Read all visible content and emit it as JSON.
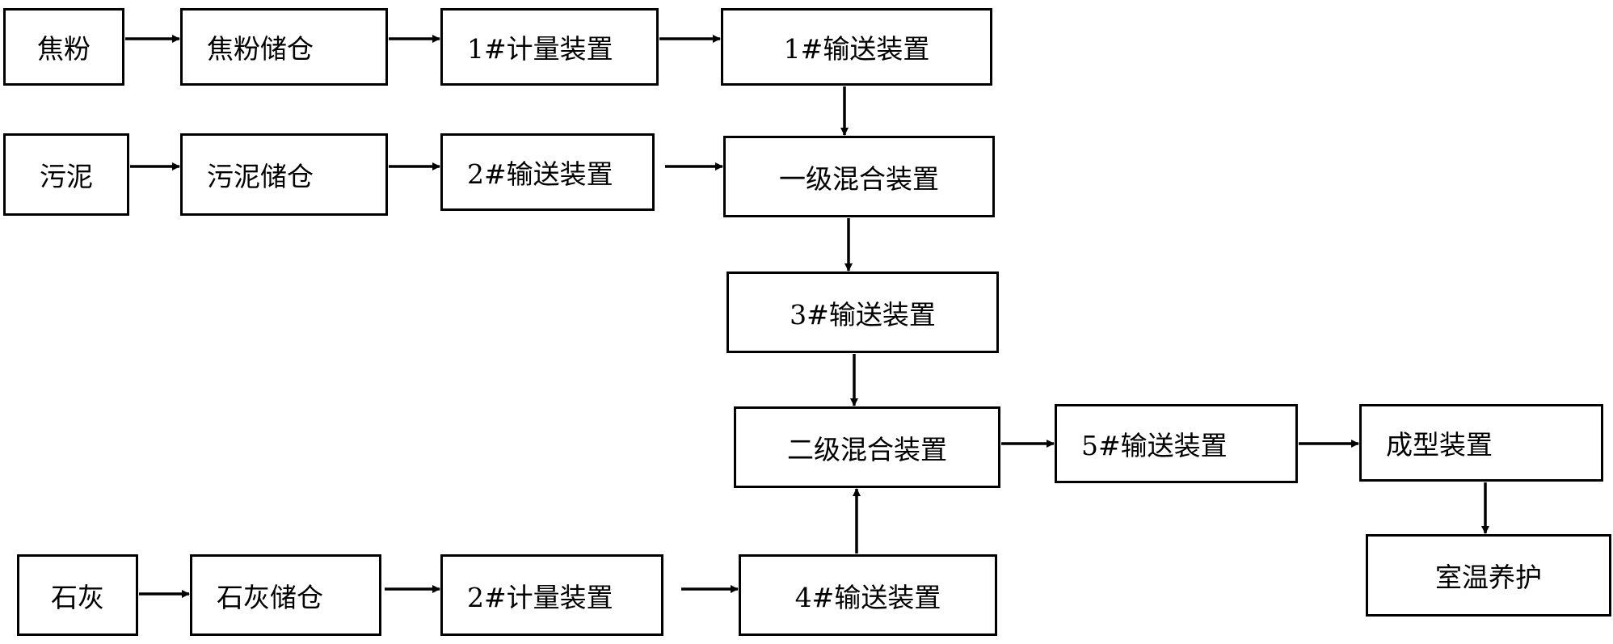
{
  "nodes": {
    "jiaofen": "焦粉",
    "jiaofen_cang": "焦粉储仓",
    "jiliang_1": "1#计量装置",
    "shusong_1": "1#输送装置",
    "wuni": "污泥",
    "wuni_cang": "污泥储仓",
    "shusong_2": "2#输送装置",
    "hunhe_1": "一级混合装置",
    "shusong_3": "3#输送装置",
    "hunhe_2": "二级混合装置",
    "shusong_5": "5#输送装置",
    "chengxing": "成型装置",
    "yanghu": "室温养护",
    "shihui": "石灰",
    "shihui_cang": "石灰储仓",
    "jiliang_2": "2#计量装置",
    "shusong_4": "4#输送装置"
  },
  "edges": [
    [
      "焦粉",
      "焦粉储仓"
    ],
    [
      "焦粉储仓",
      "1#计量装置"
    ],
    [
      "1#计量装置",
      "1#输送装置"
    ],
    [
      "1#输送装置",
      "一级混合装置"
    ],
    [
      "污泥",
      "污泥储仓"
    ],
    [
      "污泥储仓",
      "2#输送装置"
    ],
    [
      "2#输送装置",
      "一级混合装置"
    ],
    [
      "一级混合装置",
      "3#输送装置"
    ],
    [
      "3#输送装置",
      "二级混合装置"
    ],
    [
      "石灰",
      "石灰储仓"
    ],
    [
      "石灰储仓",
      "2#计量装置"
    ],
    [
      "2#计量装置",
      "4#输送装置"
    ],
    [
      "4#输送装置",
      "二级混合装置"
    ],
    [
      "二级混合装置",
      "5#输送装置"
    ],
    [
      "5#输送装置",
      "成型装置"
    ],
    [
      "成型装置",
      "室温养护"
    ]
  ]
}
